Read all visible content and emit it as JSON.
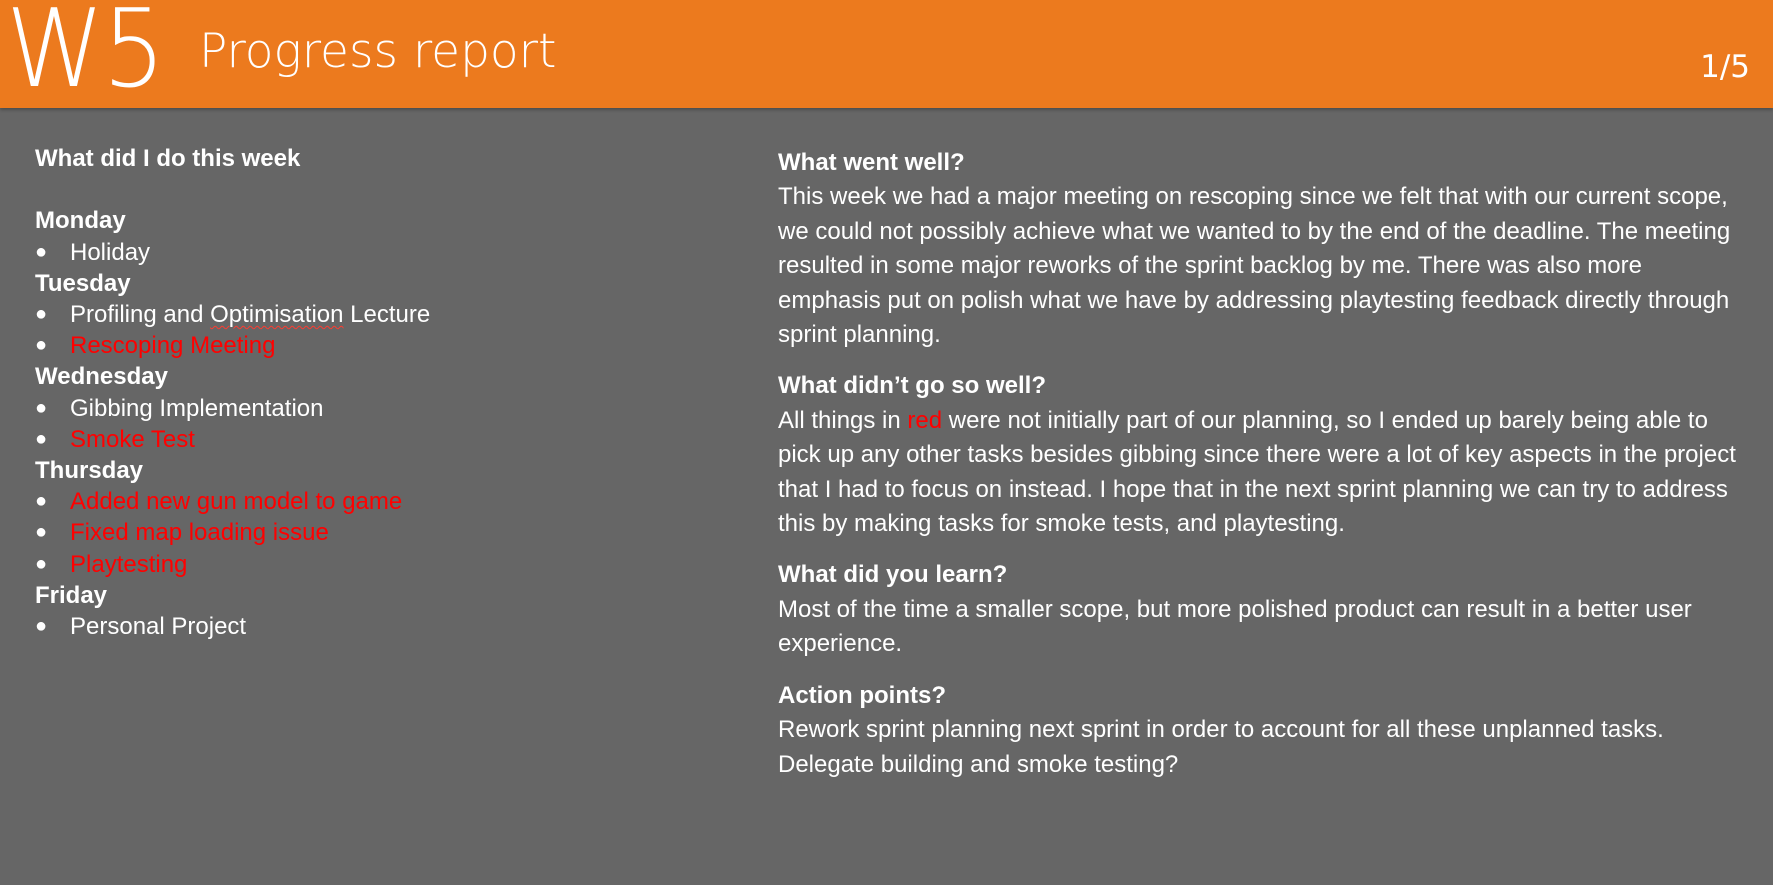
{
  "header": {
    "week": "W5",
    "title": "Progress report",
    "page": "1/5"
  },
  "left": {
    "heading": "What did I do this week",
    "days": [
      {
        "name": "Monday",
        "items": [
          {
            "text": "Holiday",
            "color": "#ffffff"
          }
        ]
      },
      {
        "name": "Tuesday",
        "items": [
          {
            "parts": [
              "Profiling and ",
              "Optimisation",
              " Lecture"
            ],
            "color": "#ffffff"
          },
          {
            "text": "Rescoping Meeting",
            "color": "#ff0000"
          }
        ]
      },
      {
        "name": "Wednesday",
        "items": [
          {
            "text": "Gibbing Implementation",
            "color": "#ffffff"
          },
          {
            "text": "Smoke Test",
            "color": "#ff0000"
          }
        ]
      },
      {
        "name": "Thursday",
        "items": [
          {
            "text": "Added new gun model to game",
            "color": "#ff0000"
          },
          {
            "text": "Fixed map loading issue",
            "color": "#ff0000"
          },
          {
            "text": "Playtesting",
            "color": "#ff0000"
          }
        ]
      },
      {
        "name": "Friday",
        "items": [
          {
            "text": "Personal Project",
            "color": "#ffffff"
          }
        ]
      }
    ],
    "bullet": "●"
  },
  "right": {
    "went_well": {
      "q": "What went well?",
      "a": "This week we had a major meeting on rescoping since we felt that with our current scope, we could not possibly achieve what we wanted to by the end of the deadline. The meeting resulted in some major reworks of the sprint backlog by me. There was also more emphasis put on polish what we have by addressing playtesting feedback directly through sprint planning."
    },
    "not_well": {
      "q": "What didn’t go so well?",
      "a_pre": "All things in ",
      "a_red": "red",
      "a_post": " were not initially part of our planning, so I ended up barely being able to pick up any other tasks besides gibbing since there were a lot of key aspects in the project that I had to focus on instead. I hope that in the next sprint planning we can try to address this by making tasks for smoke tests, and playtesting."
    },
    "learn": {
      "q": "What did you learn?",
      "a": "Most of the time a smaller scope, but more polished product can result in a better user experience."
    },
    "actions": {
      "q": "Action points?",
      "a1": "Rework sprint planning next sprint in order to account for all these unplanned tasks.",
      "a2": "Delegate building and smoke testing?"
    }
  },
  "colors": {
    "header_bg": "#ec7a1e",
    "body_bg": "#666666",
    "highlight": "#ff0000"
  }
}
